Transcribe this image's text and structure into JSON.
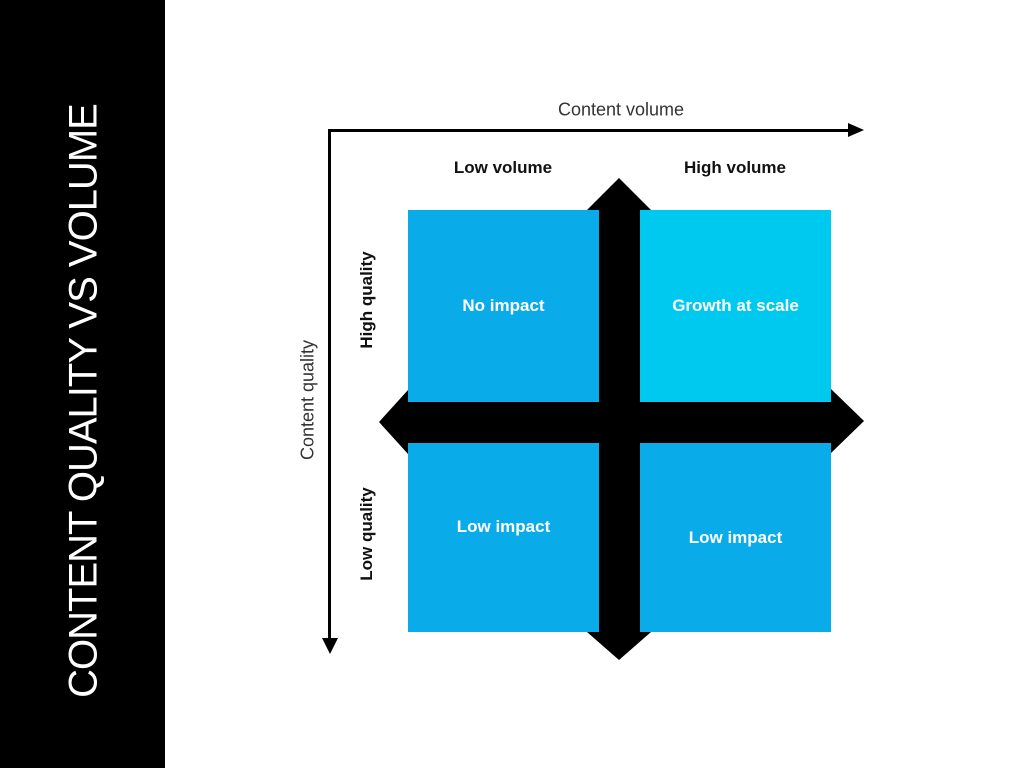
{
  "sidebar": {
    "title": "CONTENT QUALITY VS VOLUME",
    "bg": "#000000",
    "text_color": "#ffffff"
  },
  "chart": {
    "x_axis": {
      "label": "Content volume"
    },
    "y_axis": {
      "label": "Content quality"
    },
    "column_headers": {
      "left": "Low volume",
      "right": "High volume"
    },
    "row_headers": {
      "top": "High quality",
      "bottom": "Low quality"
    },
    "quadrants": [
      {
        "position": "top-left",
        "label": "No impact",
        "color": "#09ace9"
      },
      {
        "position": "top-right",
        "label": "Growth at scale",
        "color": "#00c9f0"
      },
      {
        "position": "bottom-left",
        "label": "Low impact",
        "color": "#09ace9"
      },
      {
        "position": "bottom-right",
        "label": "Low impact",
        "color": "#09ace9"
      }
    ],
    "cross_color": "#000000",
    "axis_color": "#000000"
  }
}
